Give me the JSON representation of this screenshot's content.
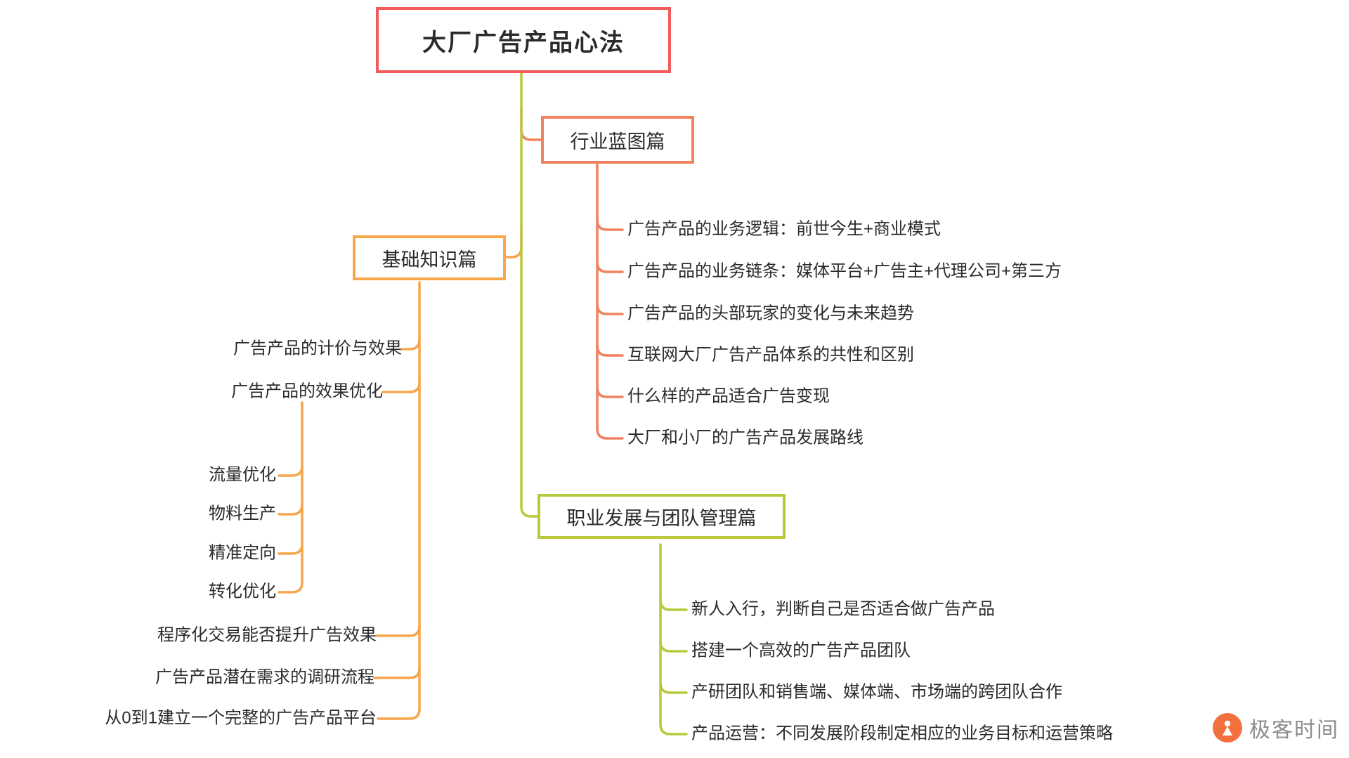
{
  "title": "大厂广告产品心法",
  "colors": {
    "red": "#f25c5c",
    "salmon": "#f0825f",
    "orange": "#f7a64c",
    "olive": "#b9c93c",
    "text": "#2b2b2b",
    "logo_orange": "#f2703d",
    "logo_gray": "#8c8c8c"
  },
  "branches": {
    "industry": {
      "label": "行业蓝图篇",
      "children": [
        {
          "label": "广告产品的业务逻辑：前世今生+商业模式"
        },
        {
          "label": "广告产品的业务链条：媒体平台+广告主+代理公司+第三方"
        },
        {
          "label": "广告产品的头部玩家的变化与未来趋势"
        },
        {
          "label": "互联网大厂广告产品体系的共性和区别"
        },
        {
          "label": "什么样的产品适合广告变现"
        },
        {
          "label": "大厂和小厂的广告产品发展路线"
        }
      ]
    },
    "basics": {
      "label": "基础知识篇",
      "children": [
        {
          "label": "广告产品的计价与效果"
        },
        {
          "label": "广告产品的效果优化",
          "children": [
            {
              "label": "流量优化"
            },
            {
              "label": "物料生产"
            },
            {
              "label": "精准定向"
            },
            {
              "label": "转化优化"
            }
          ]
        },
        {
          "label": "程序化交易能否提升广告效果"
        },
        {
          "label": "广告产品潜在需求的调研流程"
        },
        {
          "label": "从0到1建立一个完整的广告产品平台"
        }
      ]
    },
    "career": {
      "label": "职业发展与团队管理篇",
      "children": [
        {
          "label": "新人入行，判断自己是否适合做广告产品"
        },
        {
          "label": "搭建一个高效的广告产品团队"
        },
        {
          "label": "产研团队和销售端、媒体端、市场端的跨团队合作"
        },
        {
          "label": "产品运营：不同发展阶段制定相应的业务目标和运营策略"
        }
      ]
    }
  },
  "logo": {
    "text": "极客时间"
  }
}
